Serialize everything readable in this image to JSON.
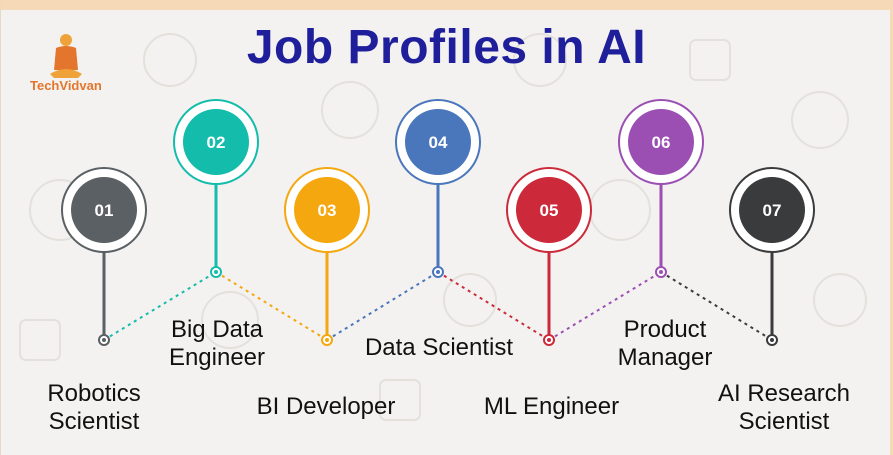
{
  "brand": {
    "name": "TechVidvan",
    "logo_icon": "person-logo-icon",
    "color": "#e3762c"
  },
  "title": "Job Profiles in AI",
  "profiles": [
    {
      "num": "01",
      "label_line1": "Robotics",
      "label_line2": "Scientist",
      "color": "#5a6063"
    },
    {
      "num": "02",
      "label_line1": "Big Data",
      "label_line2": "Engineer",
      "color": "#14bcab"
    },
    {
      "num": "03",
      "label_line1": "BI Developer",
      "label_line2": "",
      "color": "#f5a70f"
    },
    {
      "num": "04",
      "label_line1": "Data Scientist",
      "label_line2": "",
      "color": "#4a76bb"
    },
    {
      "num": "05",
      "label_line1": "ML Engineer",
      "label_line2": "",
      "color": "#cc2a3a"
    },
    {
      "num": "06",
      "label_line1": "Product",
      "label_line2": "Manager",
      "color": "#9b4fb3"
    },
    {
      "num": "07",
      "label_line1": "AI Research",
      "label_line2": "Scientist",
      "color": "#3a3b3d"
    }
  ]
}
